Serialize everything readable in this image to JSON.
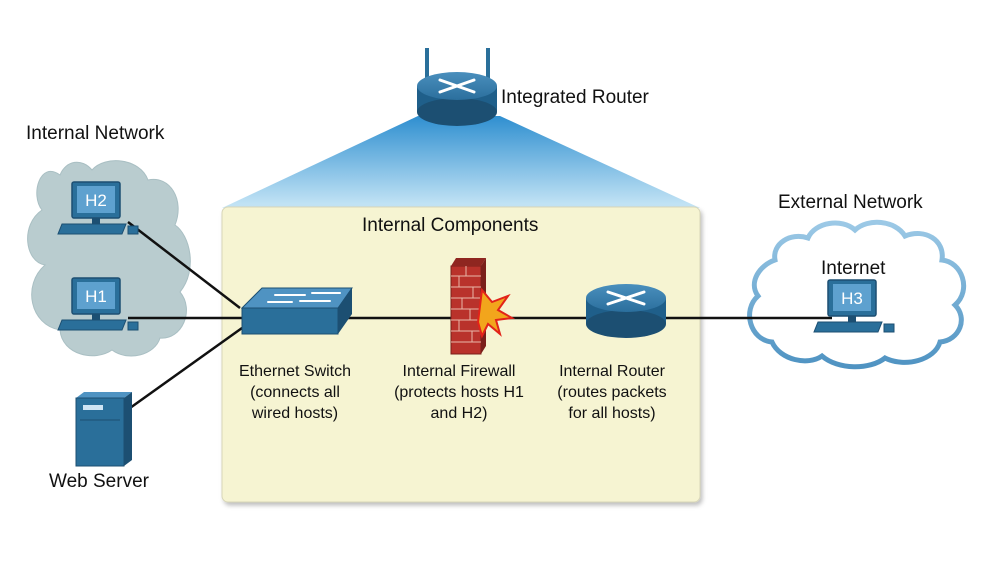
{
  "integrated_router": {
    "label": "Integrated Router"
  },
  "internal_components": {
    "label": "Internal Components"
  },
  "internal_network": {
    "label": "Internal Network"
  },
  "external_network": {
    "label": "External Network"
  },
  "internet": {
    "label": "Internet"
  },
  "hosts": {
    "h1": "H1",
    "h2": "H2",
    "h3": "H3"
  },
  "web_server": {
    "label": "Web Server"
  },
  "ethernet_switch": {
    "lines": [
      "Ethernet Switch",
      "(connects all",
      "wired hosts)"
    ]
  },
  "internal_firewall": {
    "lines": [
      "Internal Firewall",
      "(protects hosts H1",
      "and H2)"
    ]
  },
  "internal_router": {
    "lines": [
      "Internal Router",
      "(routes packets",
      "for all hosts)"
    ]
  },
  "colors": {
    "device_blue": "#2a6f9a",
    "device_dark": "#1c4f72",
    "panel_fill": "#f6f4d2",
    "internal_cloud": "#b9cccf",
    "beam_top": "#2f8fd0",
    "firewall_red": "#b9322b"
  },
  "icons": [
    "router-icon",
    "switch-icon",
    "firewall-icon",
    "pc-icon",
    "server-icon",
    "cloud-icon"
  ]
}
